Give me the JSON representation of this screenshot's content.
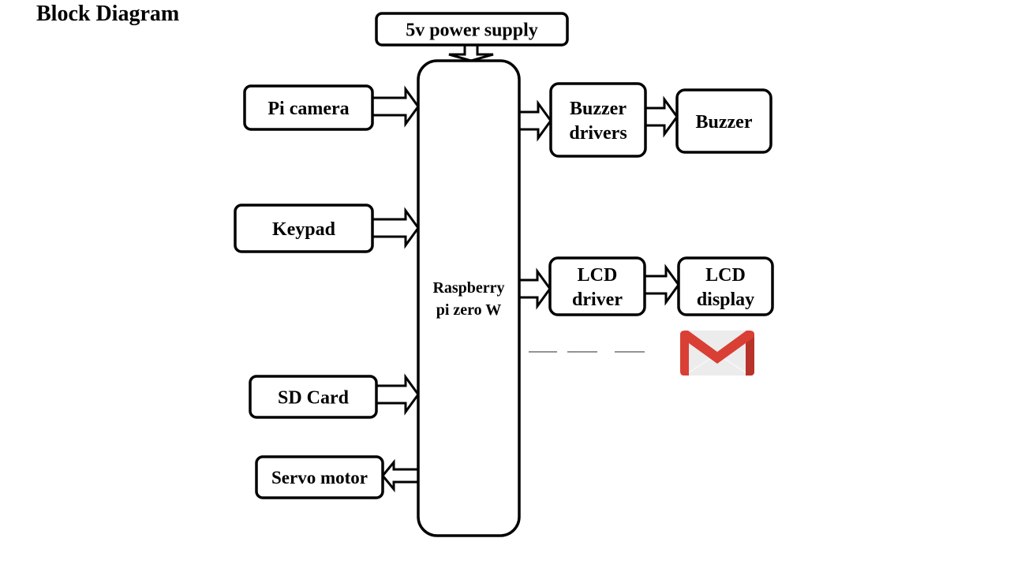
{
  "title": "Block Diagram",
  "nodes": {
    "power": {
      "lines": [
        "5v power supply"
      ]
    },
    "camera": {
      "lines": [
        "Pi camera"
      ]
    },
    "keypad": {
      "lines": [
        "Keypad"
      ]
    },
    "sdcard": {
      "lines": [
        "SD Card"
      ]
    },
    "servo": {
      "lines": [
        "Servo motor"
      ]
    },
    "pi": {
      "lines": [
        "Raspberry",
        "pi zero W"
      ]
    },
    "buzzer_drivers": {
      "lines": [
        "Buzzer",
        "drivers"
      ]
    },
    "buzzer": {
      "lines": [
        "Buzzer"
      ]
    },
    "lcd_driver": {
      "lines": [
        "LCD",
        "driver"
      ]
    },
    "lcd_display": {
      "lines": [
        "LCD",
        "display"
      ]
    }
  },
  "edges": [
    {
      "from": "power",
      "to": "pi"
    },
    {
      "from": "camera",
      "to": "pi"
    },
    {
      "from": "keypad",
      "to": "pi"
    },
    {
      "from": "sdcard",
      "to": "pi"
    },
    {
      "from": "pi",
      "to": "servo"
    },
    {
      "from": "pi",
      "to": "buzzer_drivers"
    },
    {
      "from": "buzzer_drivers",
      "to": "buzzer"
    },
    {
      "from": "pi",
      "to": "lcd_driver"
    },
    {
      "from": "lcd_driver",
      "to": "lcd_display"
    }
  ],
  "extras": {
    "dashed_link": "pi-to-gmail",
    "icon": "gmail-icon",
    "colors": {
      "gmail_red": "#d93f34",
      "gmail_dark_red": "#b8332a",
      "gmail_envelope": "#e8e8e8"
    }
  }
}
